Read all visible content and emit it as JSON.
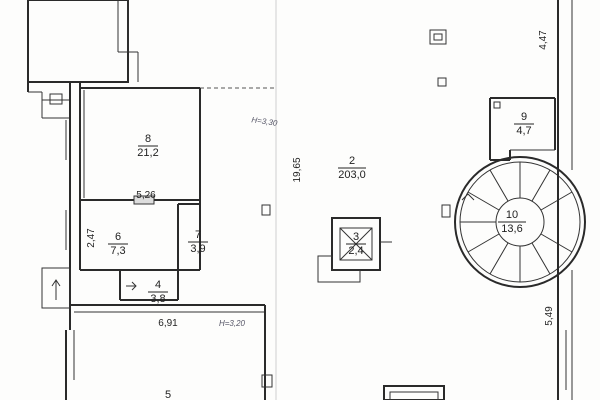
{
  "rooms": [
    {
      "number": "8",
      "area": "21,2"
    },
    {
      "number": "2",
      "area": "203,0"
    },
    {
      "number": "9",
      "area": "4,7"
    },
    {
      "number": "10",
      "area": "13,6"
    },
    {
      "number": "6",
      "area": "7,3"
    },
    {
      "number": "7",
      "area": "3,9"
    },
    {
      "number": "3",
      "area": "2,4"
    },
    {
      "number": "4",
      "area": "3,8"
    },
    {
      "number": "5",
      "area": ""
    }
  ],
  "dimensions": {
    "d_1965": "19,65",
    "d_526": "5,26",
    "d_247": "2,47",
    "d_691": "6,91",
    "d_549": "5,49",
    "d_447": "4,47"
  },
  "notes": {
    "height_upper": "H=3,30",
    "height_lower": "H=3,20"
  }
}
